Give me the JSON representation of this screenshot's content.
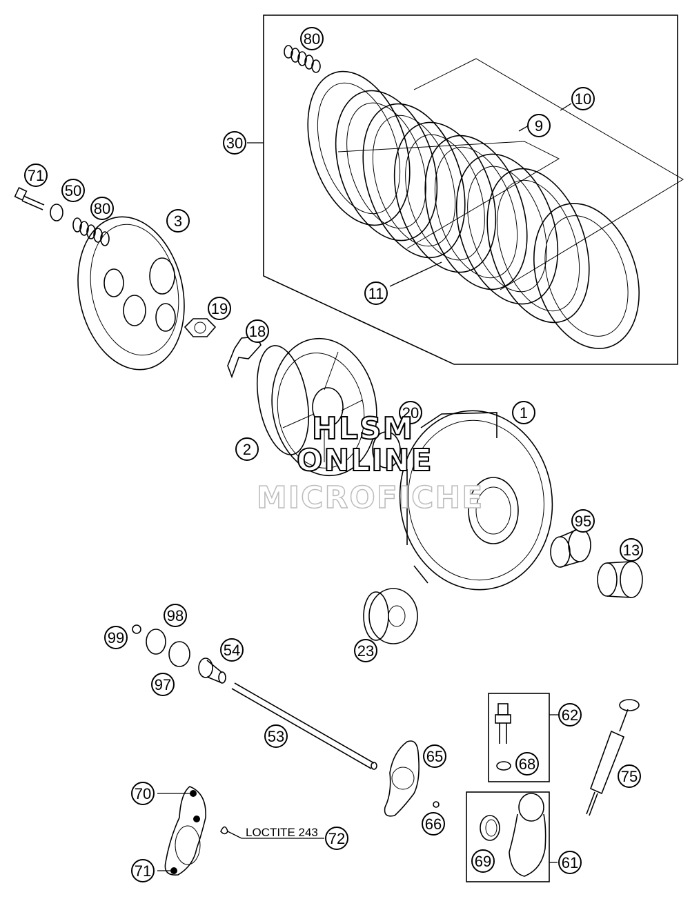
{
  "callouts": {
    "c80a": "80",
    "c10": "10",
    "c9": "9",
    "c30": "30",
    "c11": "11",
    "c71a": "71",
    "c50": "50",
    "c80b": "80",
    "c3": "3",
    "c19": "19",
    "c18": "18",
    "c20": "20",
    "c2": "2",
    "c1": "1",
    "c95": "95",
    "c13": "13",
    "c23": "23",
    "c98": "98",
    "c99": "99",
    "c54": "54",
    "c97": "97",
    "c53": "53",
    "c62": "62",
    "c68": "68",
    "c75": "75",
    "c65": "65",
    "c66": "66",
    "c70": "70",
    "c72": "72",
    "c71b": "71",
    "c69": "69",
    "c61": "61"
  },
  "note": "LOCTITE 243",
  "watermark": {
    "line1": "HLSM",
    "line2": "ONLINE",
    "line3": "MICROFICHE"
  }
}
